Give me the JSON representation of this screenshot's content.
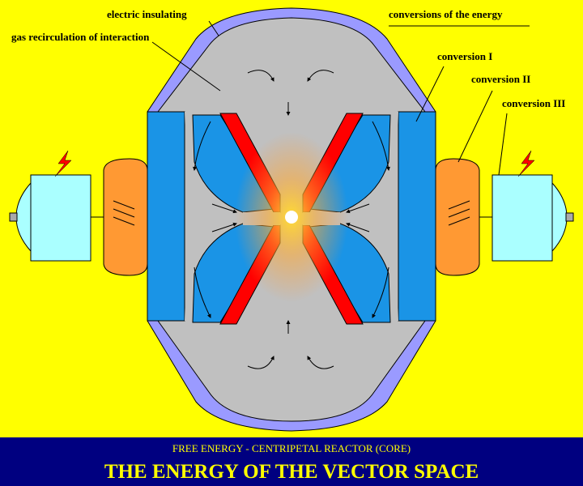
{
  "labels": {
    "electric_insulating": "electric insulating",
    "gas_recirculation": "gas recirculation of interaction",
    "conversions_heading": "conversions of the energy",
    "conversion_1": "conversion  I",
    "conversion_2": "conversion  II",
    "conversion_3": "conversion III"
  },
  "banner": {
    "subtitle": "FREE ENERGY - CENTRIPETAL REACTOR (CORE)",
    "title": "THE ENERGY OF THE VECTOR SPACE"
  },
  "colors": {
    "background": "#ffff00",
    "insulation": "#9a9aff",
    "chamber": "#c0c0c0",
    "reactor_body": "#1a94e6",
    "electrode": "#ff0000",
    "magnet": "#ff9933",
    "generator": "#aaffff",
    "banner": "#000080",
    "core": "#ffffff"
  },
  "icons": [
    "lightning-icon-left",
    "lightning-icon-right",
    "flow-arrow-icon"
  ]
}
